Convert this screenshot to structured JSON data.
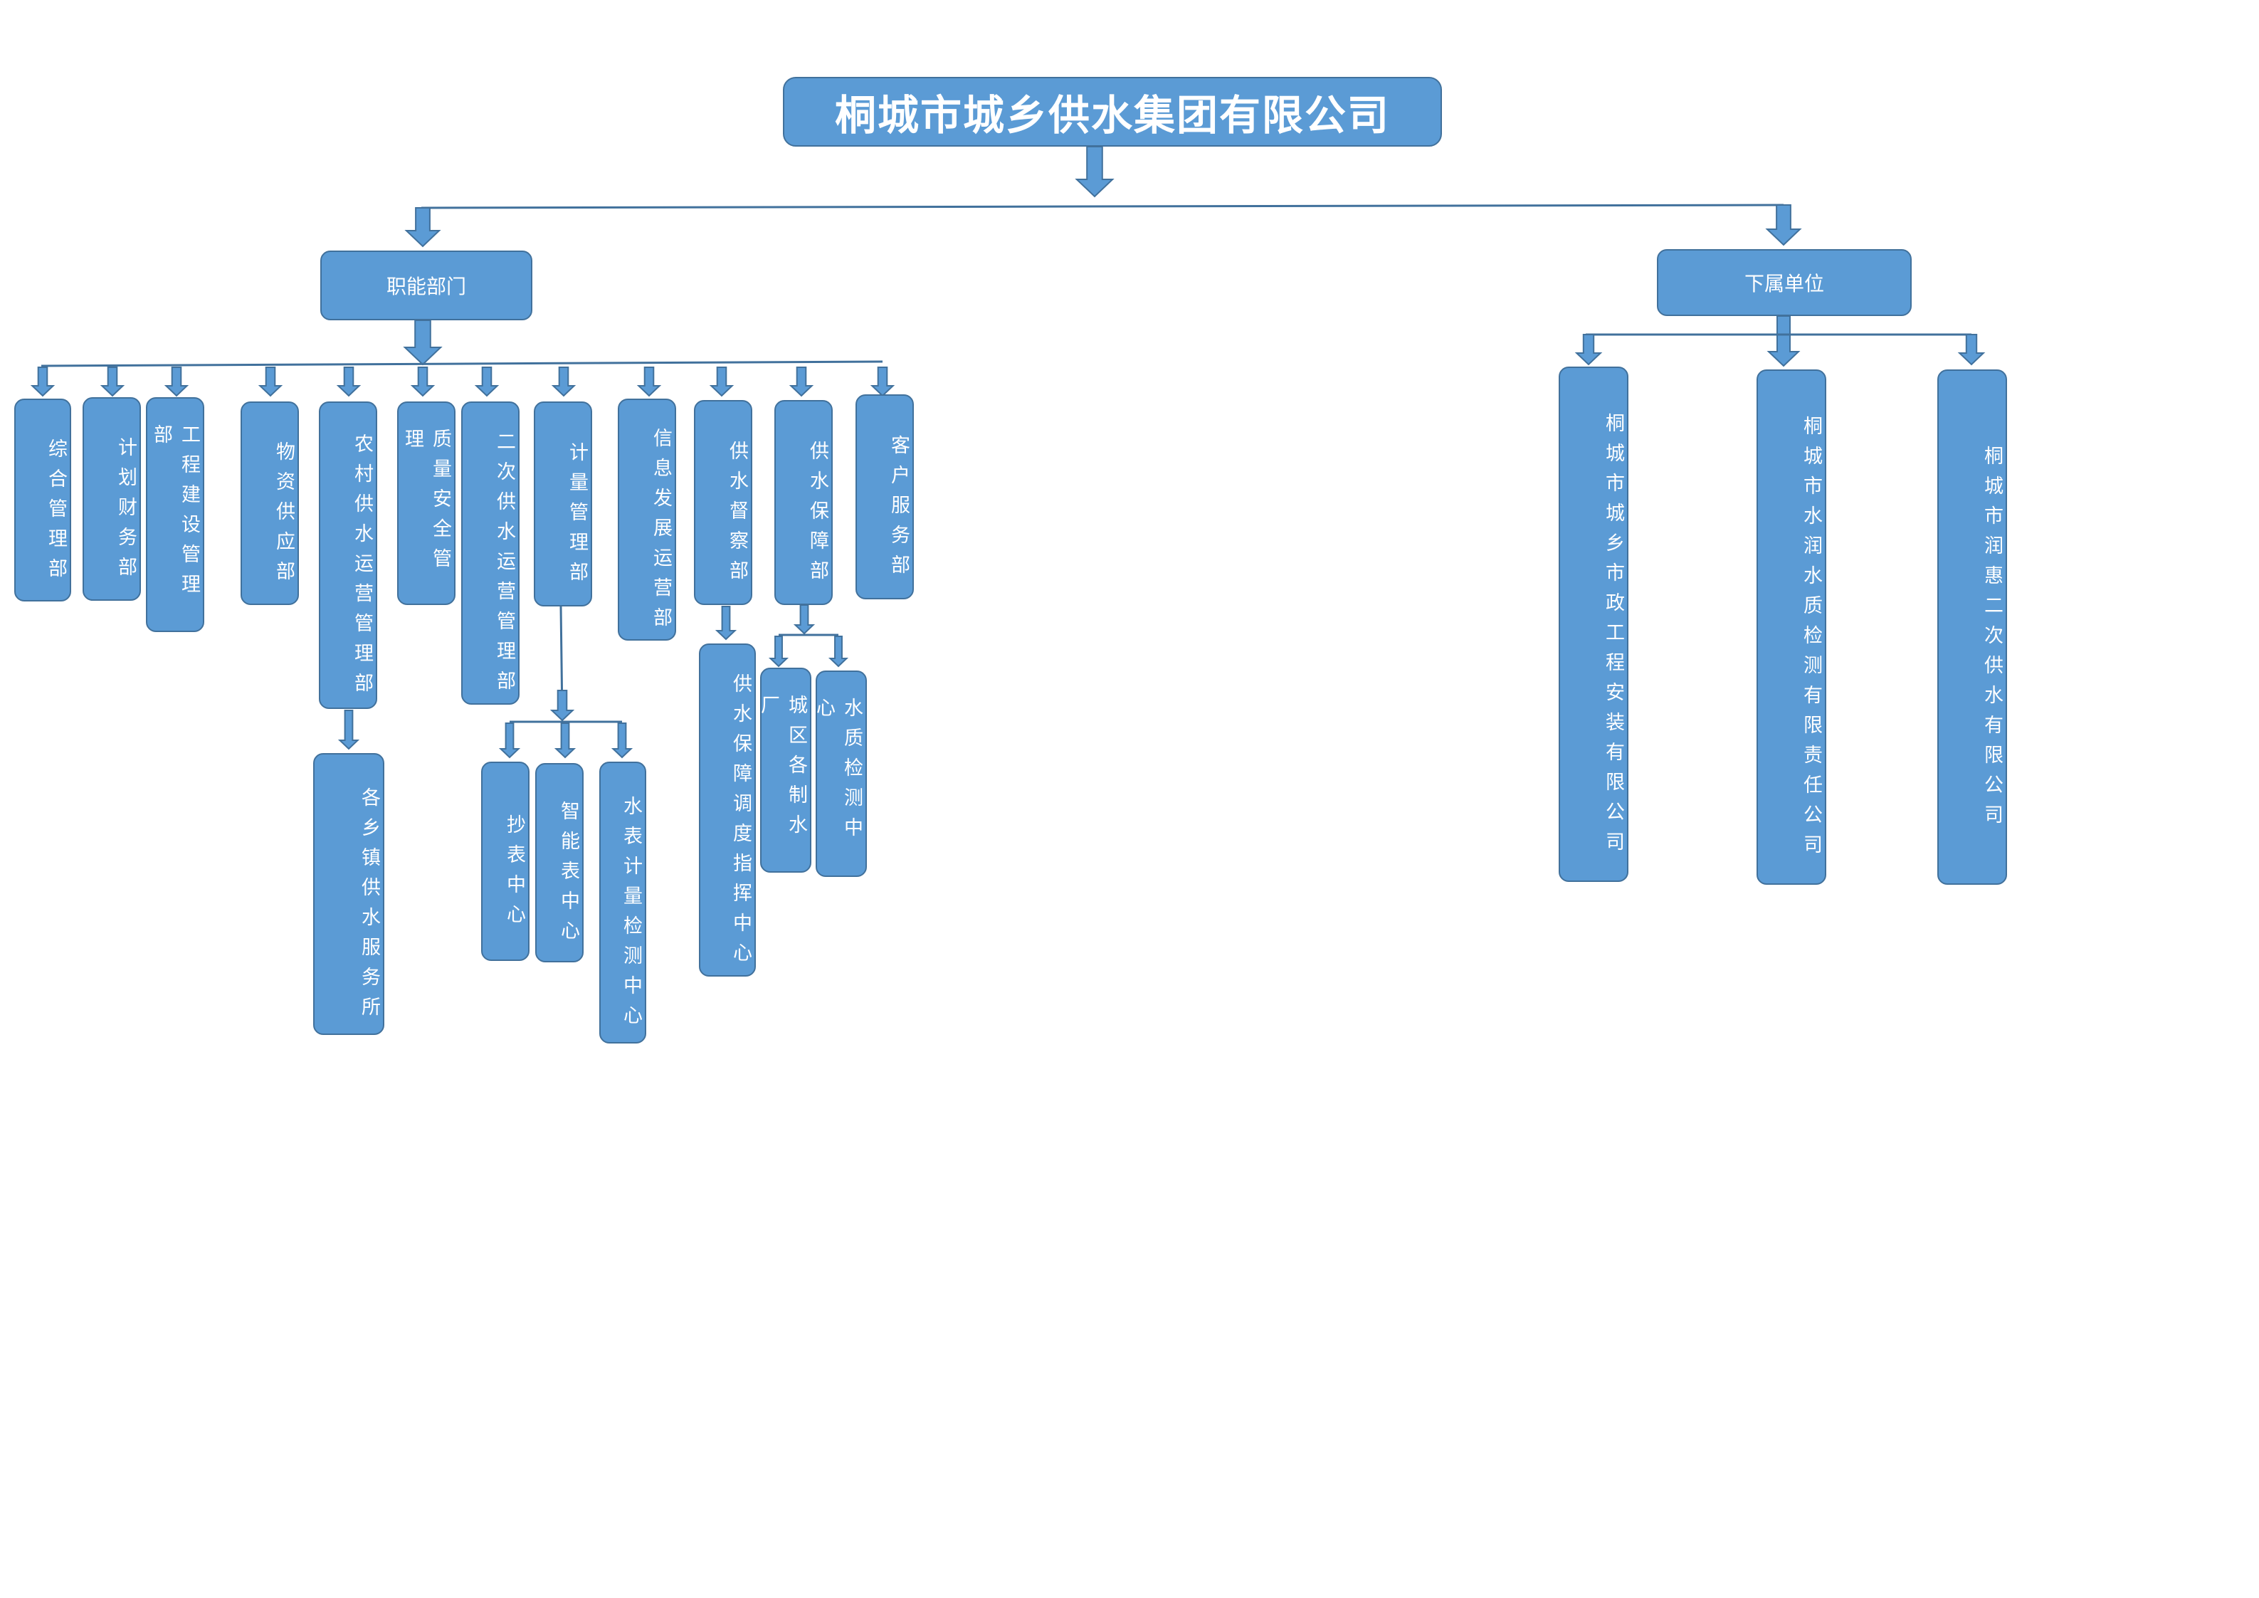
{
  "title": "桐城市城乡供水集团有限公司",
  "groups": {
    "functional": "职能部门",
    "subsidiaries": "下属单位"
  },
  "departments": [
    "综合管理部",
    "计划财务部",
    "工程建设管理部",
    "物资供应部",
    "农村供水运营管理部",
    "质量安全管理",
    "二次供水运营管理部",
    "计量管理部",
    "信息发展运营部",
    "供水督察部",
    "供水保障部",
    "客户服务部"
  ],
  "sub_units": {
    "rural": [
      "各乡镇供水服务所"
    ],
    "metering": [
      "抄表中心",
      "智能表中心",
      "水表计量检测中心"
    ],
    "inspection": [
      "供水保障调度指挥中心"
    ],
    "assurance": [
      "城区各制水厂",
      "水质检测中心"
    ]
  },
  "subsidiaries": [
    "桐城市城乡市政工程安装有限公司",
    "桐城市水润水质检测有限责任公司",
    "桐城市润惠二次供水有限公司"
  ],
  "colors": {
    "box_fill": "#5b9bd5",
    "box_border": "#41719c",
    "text": "#ffffff"
  }
}
